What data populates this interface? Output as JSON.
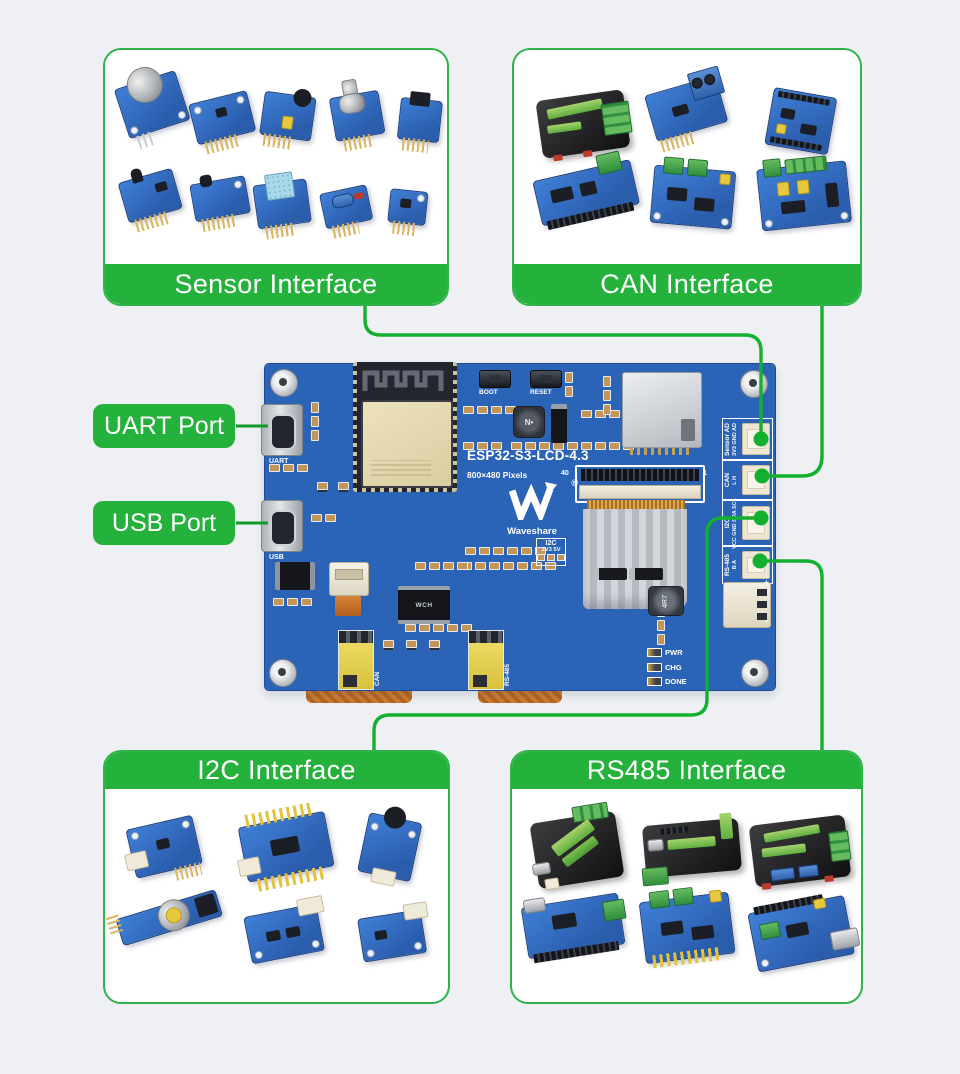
{
  "page": {
    "background": "#eef0f4",
    "accent_green": "#25b23c",
    "line_green": "#13b02f",
    "board_blue": "#2b63b7"
  },
  "interfaces": {
    "sensor": {
      "title": "Sensor Interface",
      "modules": [
        "gas-sensor-module",
        "light-sensor-module",
        "sound-sensor-module",
        "rotation-sensor-module",
        "temperature-sensor-module",
        "flame-sensor-module",
        "ir-receiver-module",
        "humidity-sensor-module",
        "tilt-sensor-module",
        "color-sensor-module"
      ]
    },
    "can": {
      "title": "CAN Interface",
      "modules": [
        "industrial-can-converter",
        "can-transceiver-module",
        "can-shield-board",
        "pico-can-board",
        "dual-can-hat",
        "can-fd-hat"
      ]
    },
    "i2c": {
      "title": "I2C Interface",
      "modules": [
        "rtc-module",
        "io-expander-module",
        "ir-temperature-module",
        "battery-rtc-strip-module",
        "adc-module",
        "light-sensor-i2c-module"
      ]
    },
    "rs485": {
      "title": "RS485 Interface",
      "modules": [
        "usb-to-rs485-converter",
        "rs485-serial-converter",
        "industrial-rs485-io",
        "rs485-hat",
        "dual-rs485-hat",
        "rs485-db9-board"
      ]
    }
  },
  "port_labels": {
    "uart": "UART Port",
    "usb": "USB Port"
  },
  "board": {
    "title": "ESP32-S3-LCD-4.3",
    "resolution": "800×480 Pixels",
    "brand": "Waveshare",
    "brand_reg": "®",
    "buttons": {
      "boot": "BOOT",
      "reset": "RESET"
    },
    "ports": {
      "uart": "UART",
      "usb": "USB"
    },
    "leds": {
      "pwr": "PWR",
      "chg": "CHG",
      "done": "DONE"
    },
    "headers": {
      "sensor_ad": {
        "group": "Sensor AD",
        "pins": "3V3 GND AD"
      },
      "can": {
        "group": "CAN",
        "pins": "L H"
      },
      "i2c": {
        "group": "I2C",
        "pins": "VCC GND SDA SCL"
      },
      "rs485": {
        "group": "RS-485",
        "pins": "B A"
      }
    },
    "jumper": {
      "line1": "I2C",
      "line2": "3V3 5V"
    },
    "silkscreen": {
      "can": "CAN",
      "rs485": "RS-485",
      "fpc_pin40": "40",
      "fpc_pin1": "1",
      "inductor": "4R7",
      "inductor_mark": "N•",
      "chip": "WCH",
      "battery_plus": "+",
      "battery_minus": "-"
    }
  }
}
